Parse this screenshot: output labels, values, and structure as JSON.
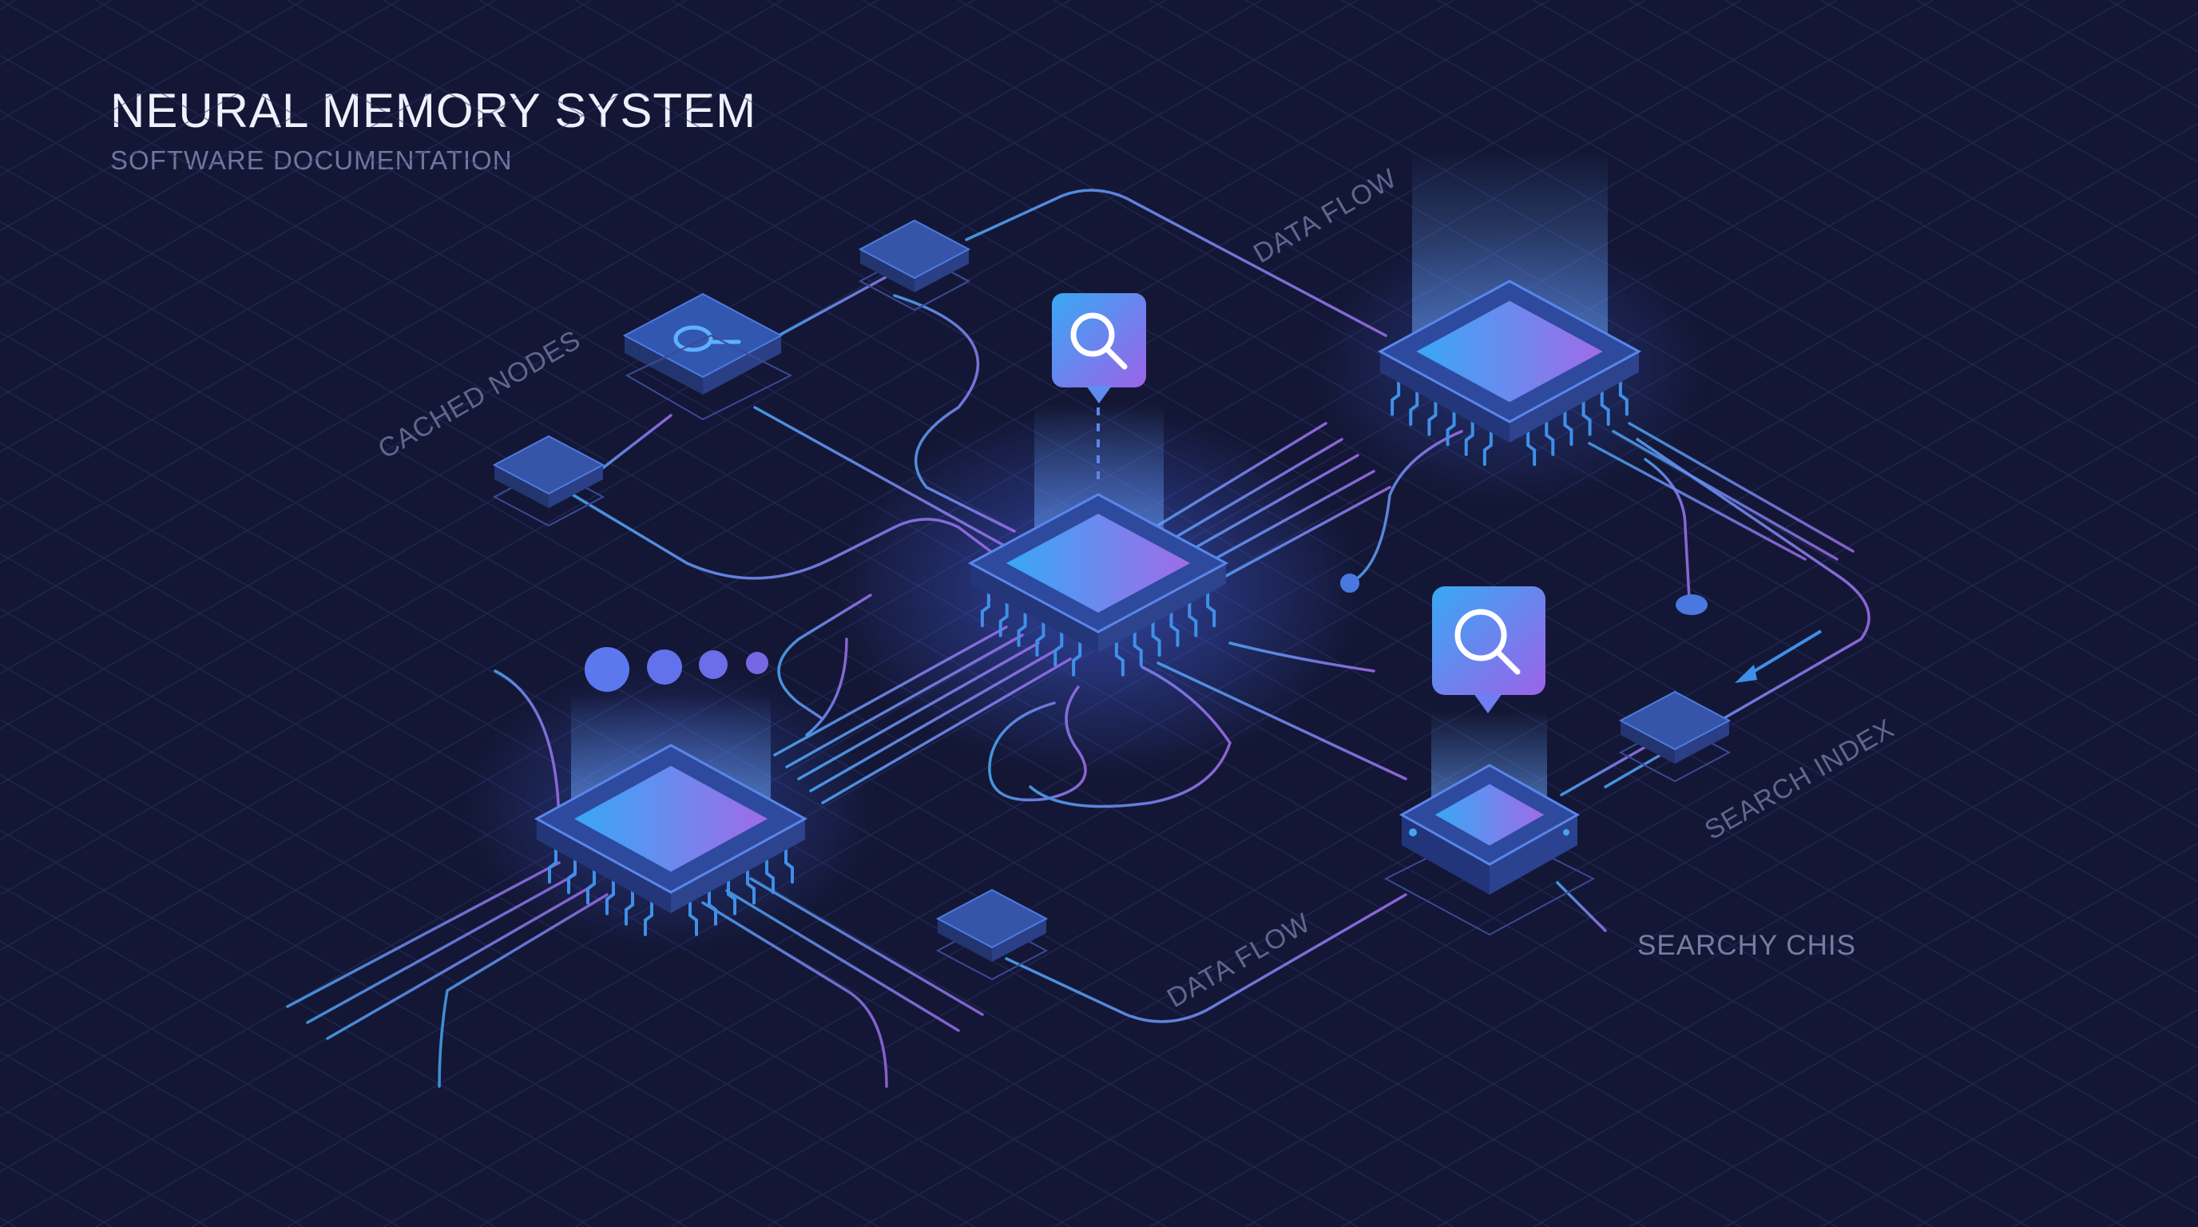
{
  "header": {
    "title": "NEURAL MEMORY SYSTEM",
    "subtitle": "SOFTWARE DOCUMENTATION"
  },
  "labels": {
    "cached_nodes": "CACHED NODES",
    "data_flow_top": "DATA FLOW",
    "data_flow_bottom": "DATA FLOW",
    "search_index": "SEARCH INDEX",
    "searchy_chis": "SEARCHY CHIS"
  },
  "icons": {
    "search_bubble": "search-icon",
    "node_search": "magnifier-icon",
    "loading": "loading-dots-icon"
  },
  "colors": {
    "background": "#131735",
    "accent_blue": "#3fa2f5",
    "accent_purple": "#9a63e8",
    "chip_side": "#2c3f86",
    "circuit_line": "#5a7de0"
  }
}
